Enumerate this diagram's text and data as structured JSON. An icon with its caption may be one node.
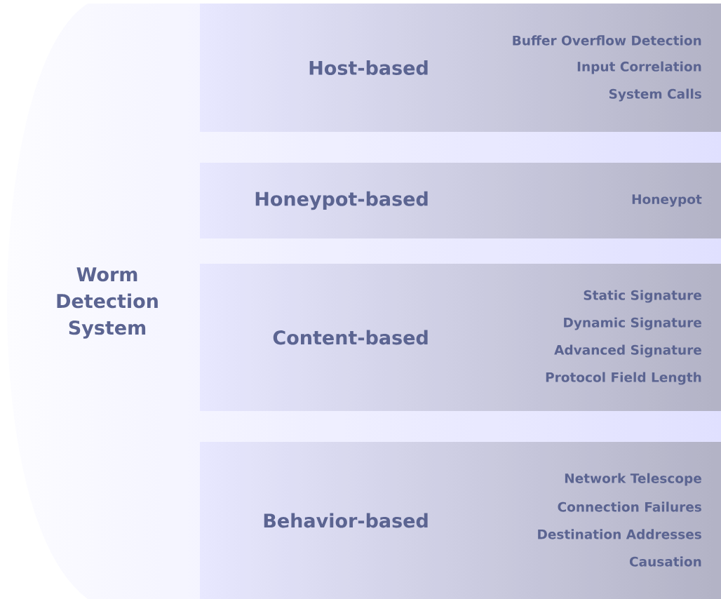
{
  "diagram": {
    "nodes": [
      {
        "text": [
          "Worm Detection System"
        ]
      },
      {
        "text": [
          "Host-based",
          "Buffer Overflow Detection",
          "Input Correlation",
          "System Calls"
        ]
      },
      {
        "text": [
          "Honeypot-based",
          "Honeypot"
        ]
      },
      {
        "text": [
          "Content-based",
          "Static Signature",
          "Dynamic Signature",
          "Advanced Signature",
          "Protocol Field Length"
        ]
      },
      {
        "text": [
          "Behavior-based",
          "Network Telescope",
          "Connection Failures",
          "Destination Addresses",
          "Causation"
        ]
      }
    ]
  }
}
